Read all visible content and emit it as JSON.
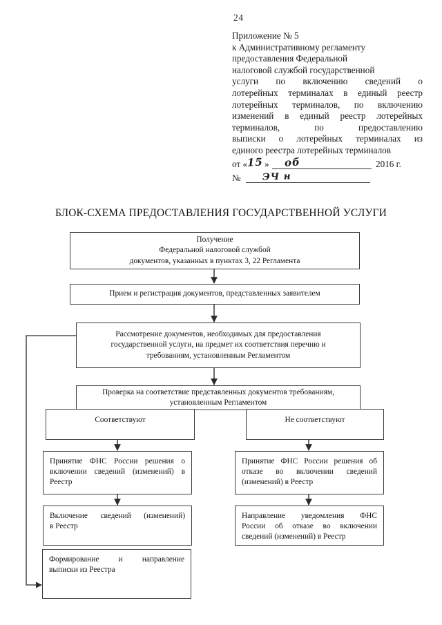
{
  "document": {
    "page_number": "24",
    "header": {
      "lines": [
        "Приложение № 5",
        "к Административному регламенту",
        "предоставления Федеральной",
        "налоговой службой государственной"
      ],
      "justified_lines": [
        "услуги по включению сведений о",
        "лотерейных терминалах в единый реестр",
        "лотерейных терминалов, по включению",
        "изменений в единый реестр лотерейных",
        "терминалов, по предоставлению",
        "выписки о лотерейных терминалах из",
        "единого реестра лотерейных терминалов"
      ],
      "date_row": {
        "prefix": "от «",
        "day_handwritten": "15",
        "quote_close": "»",
        "month_handwritten": "об",
        "year": "2016 г."
      },
      "number_row": {
        "prefix": "№",
        "value_handwritten": "ЭЧ н"
      }
    },
    "chart_title": "БЛОК-СХЕМА ПРЕДОСТАВЛЕНИЯ ГОСУДАРСТВЕННОЙ УСЛУГИ"
  },
  "flowchart": {
    "nodes": [
      {
        "id": "receipt",
        "lines": [
          "Получение",
          "Федеральной налоговой службой",
          "документов, указанных в пунктах 3, 22 Регламента"
        ]
      },
      {
        "id": "registration",
        "lines": [
          "Прием и регистрация документов, представленных заявителем"
        ]
      },
      {
        "id": "review",
        "lines": [
          "Рассмотрение документов, необходимых для предоставления",
          "государственной услуги, на предмет их соответствия перечню и",
          "требованиям, установленным Регламентом"
        ]
      },
      {
        "id": "check",
        "lines": [
          "Проверка на соответствие представленных документов требованиям,",
          "установленным Регламентом"
        ]
      },
      {
        "id": "conform",
        "lines": [
          "Соответствуют"
        ]
      },
      {
        "id": "not-conform",
        "lines": [
          "Не соответствуют"
        ]
      },
      {
        "id": "decision-include",
        "lines": [
          "Принятие ФНС России решения о",
          "включении сведений (изменений) в",
          "Реестр"
        ]
      },
      {
        "id": "decision-refuse",
        "lines": [
          "Принятие ФНС России решения об",
          "отказе во включении сведений",
          "(изменений) в Реестр"
        ]
      },
      {
        "id": "inclusion",
        "lines": [
          "Включение сведений (изменений)",
          "в Реестр"
        ]
      },
      {
        "id": "notification-refuse",
        "lines": [
          "Направление уведомления ФНС",
          "России об отказе во включении",
          "сведений (изменений) в Реестр"
        ]
      },
      {
        "id": "extract",
        "lines": [
          "Формирование и направление",
          "выписки из Реестра"
        ]
      }
    ]
  },
  "colors": {
    "ink": "#141414",
    "border": "#3a3a3a",
    "paper": "#ffffff"
  }
}
